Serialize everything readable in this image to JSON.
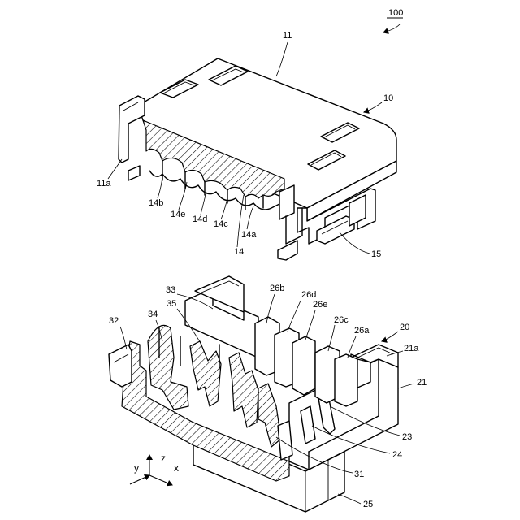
{
  "figure_ref": "100",
  "parts": {
    "upper_housing": [
      "10",
      "11",
      "11a",
      "14",
      "14a",
      "14b",
      "14c",
      "14d",
      "14e",
      "15"
    ],
    "lower_housing": [
      "20",
      "21",
      "21a",
      "23",
      "24",
      "25",
      "26a",
      "26b",
      "26c",
      "26d",
      "26e",
      "31",
      "32",
      "33",
      "34",
      "35"
    ]
  },
  "labels": {
    "l11": "11",
    "l10": "10",
    "l11a": "11a",
    "l14b": "14b",
    "l14e": "14e",
    "l14d": "14d",
    "l14c": "14c",
    "l14a": "14a",
    "l14": "14",
    "l15": "15",
    "l33": "33",
    "l26b": "26b",
    "l26d": "26d",
    "l26e": "26e",
    "l35": "35",
    "l34": "34",
    "l32": "32",
    "l26c": "26c",
    "l26a": "26a",
    "l20": "20",
    "l21a": "21a",
    "l21": "21",
    "l23": "23",
    "l24": "24",
    "l31": "31",
    "l25": "25"
  },
  "axes": {
    "z": "z",
    "y": "y",
    "x": "x"
  },
  "colors": {
    "line": "#000000",
    "background": "#ffffff"
  }
}
